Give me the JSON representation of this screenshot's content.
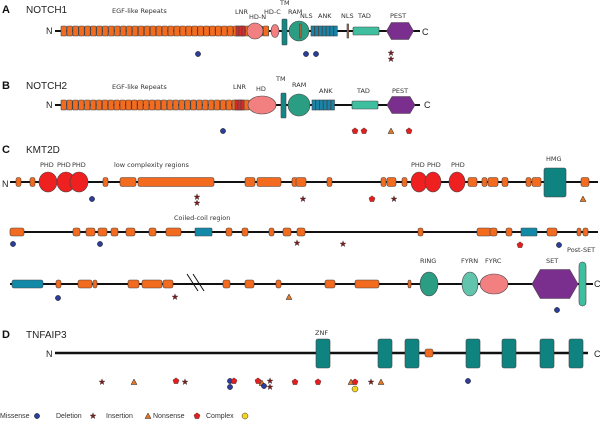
{
  "colors": {
    "egf": "#f26b1f",
    "lnr": "#d62b2b",
    "hd": "#f28080",
    "tm": "#138787",
    "ram": "#2a9d83",
    "ank": "#1784a8",
    "nls": "#b86b3a",
    "tad": "#3fbf9f",
    "pest": "#7a2f8f",
    "phd": "#ee2020",
    "hmg": "#0f8380",
    "coil": "#1389a8",
    "ring": "#2a9d83",
    "fyrn": "#62c4ad",
    "fyrc": "#f28080",
    "set": "#7a2f8f",
    "postset": "#3fbf9f",
    "znf": "#0f8380",
    "backbone": "#111111",
    "missense": "#2c3e99",
    "deletion": "#7a1c1c",
    "insertion": "#e0782a",
    "nonsense": "#e31e1e",
    "complex": "#f5d420"
  },
  "panels": [
    {
      "letter": "A",
      "gene": "NOTCH1",
      "n_label": "N",
      "c_label": "C",
      "domain_labels": [
        "EGF-like Repeats",
        "LNR",
        "HD-N",
        "HD-C",
        "TM",
        "RAM",
        "NLS",
        "ANK",
        "NLS",
        "TAD",
        "PEST"
      ]
    },
    {
      "letter": "B",
      "gene": "NOTCH2",
      "n_label": "N",
      "c_label": "C",
      "domain_labels": [
        "EGF-like Repeats",
        "LNR",
        "HD",
        "TM",
        "RAM",
        "ANK",
        "TAD",
        "PEST"
      ]
    },
    {
      "letter": "C",
      "gene": "KMT2D",
      "n_label": "N",
      "c_label": "C",
      "domain_labels": [
        "PHD",
        "PHD",
        "PHD",
        "low complexity regions",
        "PHD",
        "PHD",
        "PHD",
        "HMG",
        "Coiled-coil region",
        "RING",
        "FYRN",
        "FYRC",
        "SET",
        "Post-SET"
      ]
    },
    {
      "letter": "D",
      "gene": "TNFAIP3",
      "n_label": "N",
      "c_label": "C",
      "domain_labels": [
        "ZNF"
      ]
    }
  ],
  "legend": [
    {
      "label": "Missense",
      "type": "missense"
    },
    {
      "label": "Deletion",
      "type": "deletion"
    },
    {
      "label": "Insertion",
      "type": "insertion"
    },
    {
      "label": "Nonsense",
      "type": "nonsense"
    },
    {
      "label": "Complex",
      "type": "complex"
    }
  ],
  "mutations": {
    "NOTCH1": [
      "missense",
      "missense",
      "missense",
      "deletion",
      "deletion"
    ],
    "NOTCH2": [
      "missense",
      "nonsense",
      "nonsense",
      "insertion",
      "nonsense"
    ],
    "KMT2D": [
      "missense",
      "deletion",
      "deletion",
      "deletion",
      "nonsense",
      "deletion",
      "insertion",
      "missense",
      "missense",
      "deletion",
      "nonsense",
      "missense",
      "missense",
      "deletion",
      "insertion",
      "missense",
      "nonsense",
      "missense"
    ],
    "TNFAIP3": [
      "deletion",
      "insertion",
      "nonsense",
      "deletion",
      "missense",
      "missense",
      "nonsense",
      "nonsense",
      "insertion",
      "missense",
      "deletion",
      "deletion",
      "nonsense",
      "nonsense",
      "insertion",
      "nonsense",
      "complex",
      "deletion",
      "insertion",
      "missense"
    ]
  }
}
